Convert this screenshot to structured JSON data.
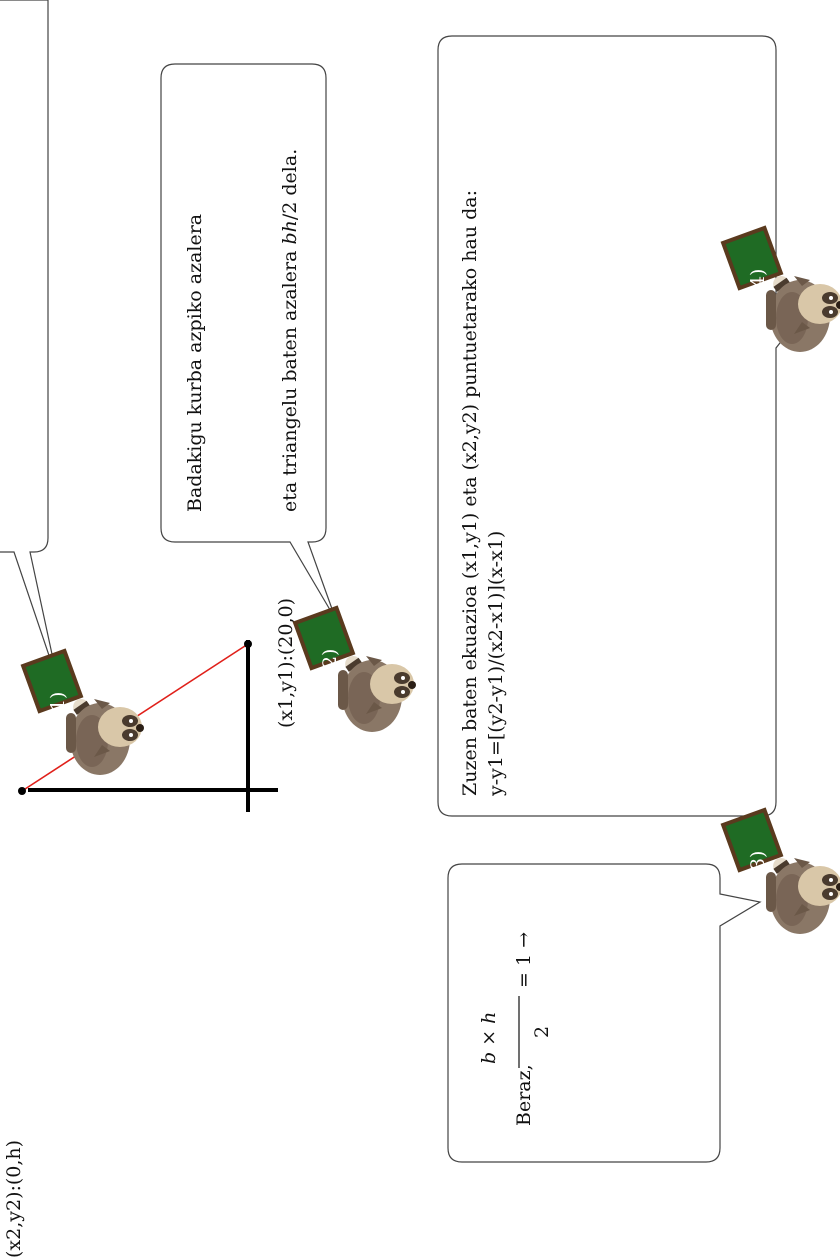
{
  "points": {
    "p2": "(x2,y2):(0,h)",
    "p1": "(x1,y1):(20,0)"
  },
  "bubbles": {
    "b2": {
      "line1": "Badakigu kurba azpiko azalera",
      "line2": "eta triangelu baten azalera bh/2 dela.",
      "line2_pre": "eta triangelu baten azalera ",
      "line2_var": "bh",
      "line2_post": "/2 dela."
    },
    "b3": {
      "prefix": "Beraz,",
      "numerator": "b × h",
      "denominator": "2",
      "result": "= 1 →"
    },
    "b4": {
      "line1": "Zuzen baten ekuazioa (x1,y1) eta (x2,y2) puntuetarako hau da:",
      "line2": "y-y1=[(y2-y1)/(x2-x1)](x-x1)"
    }
  },
  "characters": [
    {
      "id": "1",
      "label": "(1)"
    },
    {
      "id": "2",
      "label": "(2)"
    },
    {
      "id": "3",
      "label": "(3)"
    },
    {
      "id": "4",
      "label": "(4)"
    }
  ],
  "colors": {
    "line": "#e0201a",
    "axis": "#000000",
    "board": "#1f6b24",
    "board_border": "#5a3a1e",
    "coat": "#8a7766",
    "coat_dark": "#6b5848",
    "face": "#d9c7a8",
    "bubble_border": "#444444"
  }
}
